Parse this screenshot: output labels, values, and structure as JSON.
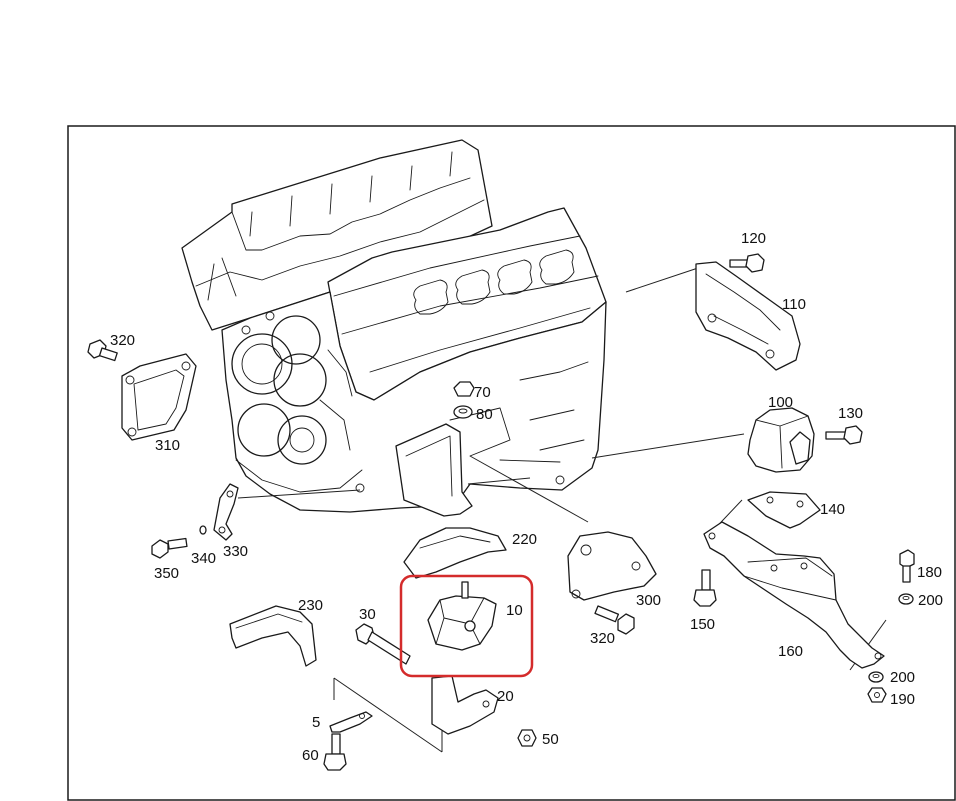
{
  "diagram": {
    "highlight_color": "#d42b2b",
    "ink_color": "#1a1a1a",
    "parts": [
      {
        "id": "p10",
        "label": "10"
      },
      {
        "id": "p5",
        "label": "5"
      },
      {
        "id": "p20",
        "label": "20"
      },
      {
        "id": "p30",
        "label": "30"
      },
      {
        "id": "p50",
        "label": "50"
      },
      {
        "id": "p60",
        "label": "60"
      },
      {
        "id": "p70",
        "label": "70"
      },
      {
        "id": "p80",
        "label": "80"
      },
      {
        "id": "p100",
        "label": "100"
      },
      {
        "id": "p110",
        "label": "110"
      },
      {
        "id": "p120",
        "label": "120"
      },
      {
        "id": "p130",
        "label": "130"
      },
      {
        "id": "p140",
        "label": "140"
      },
      {
        "id": "p150",
        "label": "150"
      },
      {
        "id": "p160",
        "label": "160"
      },
      {
        "id": "p180",
        "label": "180"
      },
      {
        "id": "p190",
        "label": "190"
      },
      {
        "id": "p200a",
        "label": "200"
      },
      {
        "id": "p200b",
        "label": "200"
      },
      {
        "id": "p220",
        "label": "220"
      },
      {
        "id": "p230",
        "label": "230"
      },
      {
        "id": "p300",
        "label": "300"
      },
      {
        "id": "p310",
        "label": "310"
      },
      {
        "id": "p320a",
        "label": "320"
      },
      {
        "id": "p320b",
        "label": "320"
      },
      {
        "id": "p330",
        "label": "330"
      },
      {
        "id": "p340",
        "label": "340"
      },
      {
        "id": "p350",
        "label": "350"
      }
    ]
  }
}
